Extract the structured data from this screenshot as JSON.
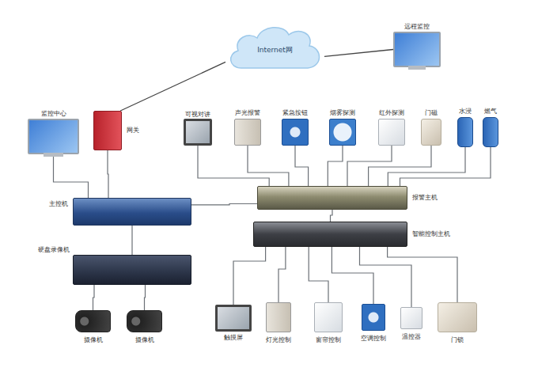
{
  "diagram": {
    "nodes": [
      {
        "text": [
          "Internet网"
        ]
      },
      {
        "text": [
          "远程监控"
        ]
      },
      {
        "text": [
          "监控中心"
        ]
      },
      {
        "text": [
          "网关"
        ]
      },
      {
        "text": [
          "主控机"
        ]
      },
      {
        "text": [
          "硬盘录像机"
        ]
      },
      {
        "text": [
          "摄像机"
        ]
      },
      {
        "text": [
          "摄像机"
        ]
      },
      {
        "text": [
          "可视对讲"
        ]
      },
      {
        "text": [
          "声光报警"
        ]
      },
      {
        "text": [
          "紧急按钮"
        ]
      },
      {
        "text": [
          "烟雾探测"
        ]
      },
      {
        "text": [
          "红外探测"
        ]
      },
      {
        "text": [
          "门磁"
        ]
      },
      {
        "text": [
          "水浸"
        ]
      },
      {
        "text": [
          "燃气"
        ]
      },
      {
        "text": [
          "报警主机"
        ]
      },
      {
        "text": [
          "智能控制主机"
        ]
      },
      {
        "text": [
          "触摸屏"
        ]
      },
      {
        "text": [
          "灯光控制"
        ]
      },
      {
        "text": [
          "窗帘控制"
        ]
      },
      {
        "text": [
          "空调控制"
        ]
      },
      {
        "text": [
          "温控器"
        ]
      },
      {
        "text": [
          "门锁"
        ]
      }
    ],
    "edges": [
      {
        "from": 3,
        "to": 0,
        "arrow": "none"
      },
      {
        "from": 0,
        "to": 1,
        "arrow": "none"
      },
      {
        "from": 2,
        "to": 4,
        "arrow": "none"
      },
      {
        "from": 3,
        "to": 4,
        "arrow": "none"
      },
      {
        "from": 4,
        "to": 5,
        "arrow": "none"
      },
      {
        "from": 5,
        "to": 6,
        "arrow": "none"
      },
      {
        "from": 5,
        "to": 7,
        "arrow": "none"
      },
      {
        "from": 4,
        "to": 16,
        "arrow": "none"
      },
      {
        "from": 8,
        "to": 16,
        "arrow": "none"
      },
      {
        "from": 9,
        "to": 16,
        "arrow": "none"
      },
      {
        "from": 10,
        "to": 16,
        "arrow": "none"
      },
      {
        "from": 11,
        "to": 16,
        "arrow": "none"
      },
      {
        "from": 12,
        "to": 16,
        "arrow": "none"
      },
      {
        "from": 13,
        "to": 16,
        "arrow": "none"
      },
      {
        "from": 14,
        "to": 16,
        "arrow": "none"
      },
      {
        "from": 15,
        "to": 16,
        "arrow": "none"
      },
      {
        "from": 16,
        "to": 17,
        "arrow": "none"
      },
      {
        "from": 17,
        "to": 18,
        "arrow": "none"
      },
      {
        "from": 17,
        "to": 19,
        "arrow": "none"
      },
      {
        "from": 17,
        "to": 20,
        "arrow": "none"
      },
      {
        "from": 17,
        "to": 21,
        "arrow": "none"
      },
      {
        "from": 17,
        "to": 22,
        "arrow": "none"
      },
      {
        "from": 17,
        "to": 23,
        "arrow": "none"
      }
    ]
  }
}
